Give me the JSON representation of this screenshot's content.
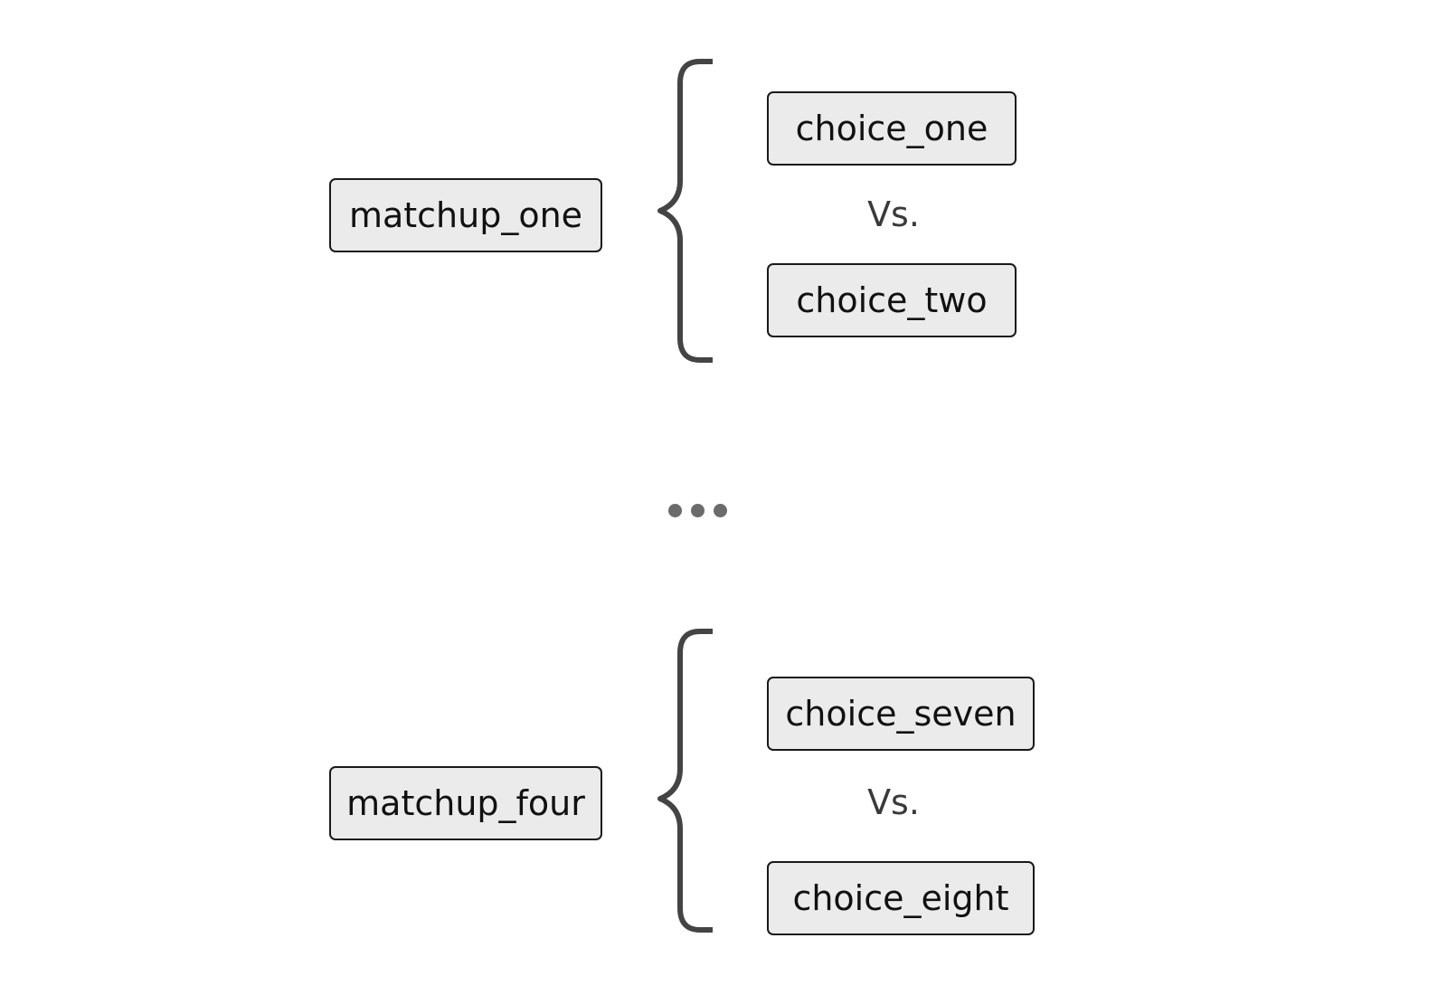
{
  "matchups": [
    {
      "name": "matchup_one",
      "choice_a": "choice_one",
      "versus": "Vs.",
      "choice_b": "choice_two"
    },
    {
      "name": "matchup_four",
      "choice_a": "choice_seven",
      "versus": "Vs.",
      "choice_b": "choice_eight"
    }
  ],
  "colors": {
    "box_fill": "#ebebeb",
    "box_border": "#1a1a1a",
    "brace": "#444444",
    "ellipsis": "#6b6b6b",
    "versus_text": "#3a3a3a"
  }
}
